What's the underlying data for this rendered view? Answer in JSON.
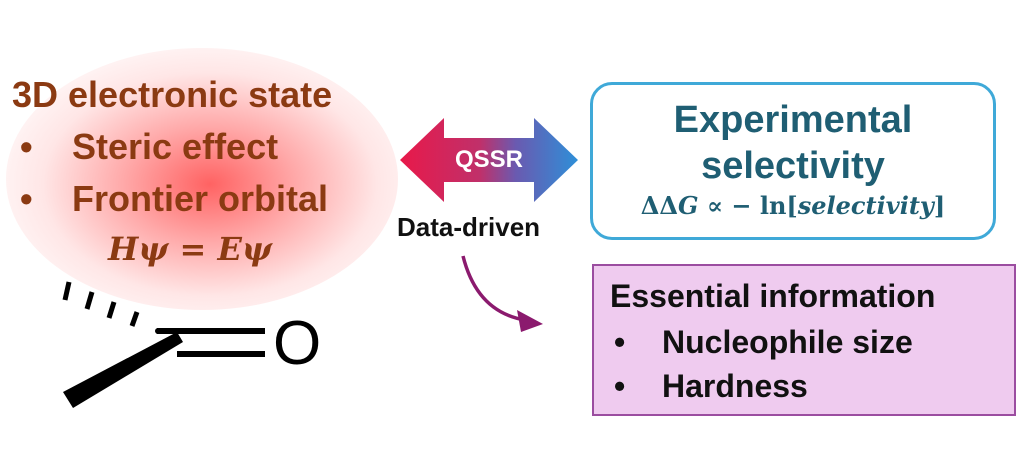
{
  "left": {
    "title": "3D electronic state",
    "bullets": [
      "Steric effect",
      "Frontier orbital"
    ],
    "equation": "Hψ = Eψ",
    "molecule": {
      "atom_label": "O"
    }
  },
  "center": {
    "arrow_label": "QSSR",
    "caption": "Data-driven"
  },
  "experimental_box": {
    "title_line1": "Experimental",
    "title_line2": "selectivity",
    "equation_prefix": "ΔΔ",
    "equation_var": "G",
    "equation_mid": " ∝ − ln[",
    "equation_arg": "selectivity",
    "equation_suffix": "]"
  },
  "info_box": {
    "title": "Essential information",
    "items": [
      "Nucleophile size",
      "Hardness"
    ]
  },
  "colors": {
    "left_text": "#8B3A12",
    "box_border": "#3FA9D8",
    "box_text": "#1F5E73",
    "info_fill": "#EFCBEF",
    "info_border": "#9B4DA0",
    "arrow_left": "#E8194A",
    "arrow_right": "#2E8FD8",
    "curve_arrow": "#8B1A6E"
  }
}
